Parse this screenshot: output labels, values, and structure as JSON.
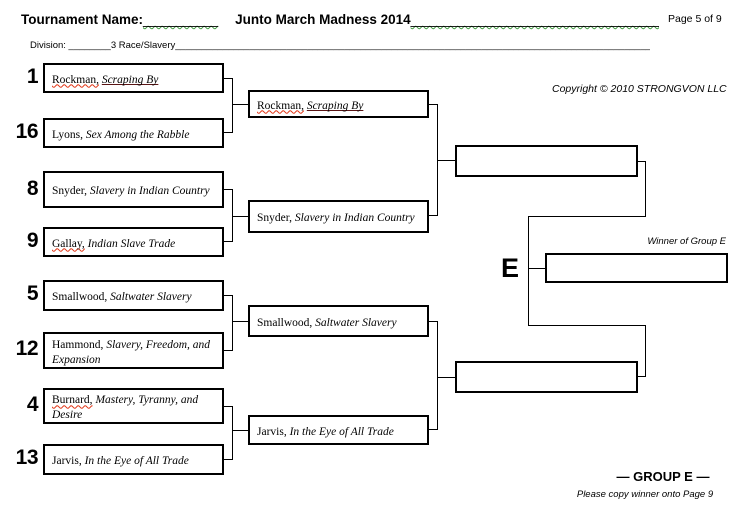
{
  "header": {
    "tournament_label": "Tournament Name:",
    "tournament_blank": "__________",
    "tournament_value": "Junto March Madness 2014",
    "tournament_trail": "__________________________________________",
    "page_indicator": "Page 5 of 9",
    "division_label": "Division: ",
    "division_blank": "________",
    "division_value": "3 Race/Slavery",
    "division_trail": "____________________________________________________________________________________________________"
  },
  "copyright": "Copyright © 2010 STRONGVON LLC",
  "group": {
    "letter": "E",
    "winner_caption": "Winner of Group E",
    "footer_title": "— GROUP E —",
    "footer_note": "Please copy winner onto Page 9"
  },
  "colors": {
    "spellcheck_underline": "#e03010",
    "grammar_underline": "#3f9b3f",
    "line_color": "#000000"
  },
  "round1": [
    {
      "seed": "1",
      "author": "Rockman,",
      "title": "Scraping By"
    },
    {
      "seed": "16",
      "author": "Lyons,",
      "title": "Sex Among the Rabble"
    },
    {
      "seed": "8",
      "author": "Snyder,",
      "title": "Slavery in Indian Country"
    },
    {
      "seed": "9",
      "author": "Gallay,",
      "title": "Indian Slave Trade"
    },
    {
      "seed": "5",
      "author": "Smallwood,",
      "title": "Saltwater Slavery"
    },
    {
      "seed": "12",
      "author": "Hammond,",
      "title": "Slavery, Freedom, and Expansion"
    },
    {
      "seed": "4",
      "author": "Burnard,",
      "title": "Mastery, Tyranny, and Desire"
    },
    {
      "seed": "13",
      "author": "Jarvis,",
      "title": "In the Eye of All Trade"
    }
  ],
  "round2": [
    {
      "author": "Rockman,",
      "title": "Scraping By"
    },
    {
      "author": "Snyder,",
      "title": "Slavery in Indian Country"
    },
    {
      "author": "Smallwood,",
      "title": "Saltwater Slavery"
    },
    {
      "author": "Jarvis,",
      "title": "In the Eye of All Trade"
    }
  ]
}
